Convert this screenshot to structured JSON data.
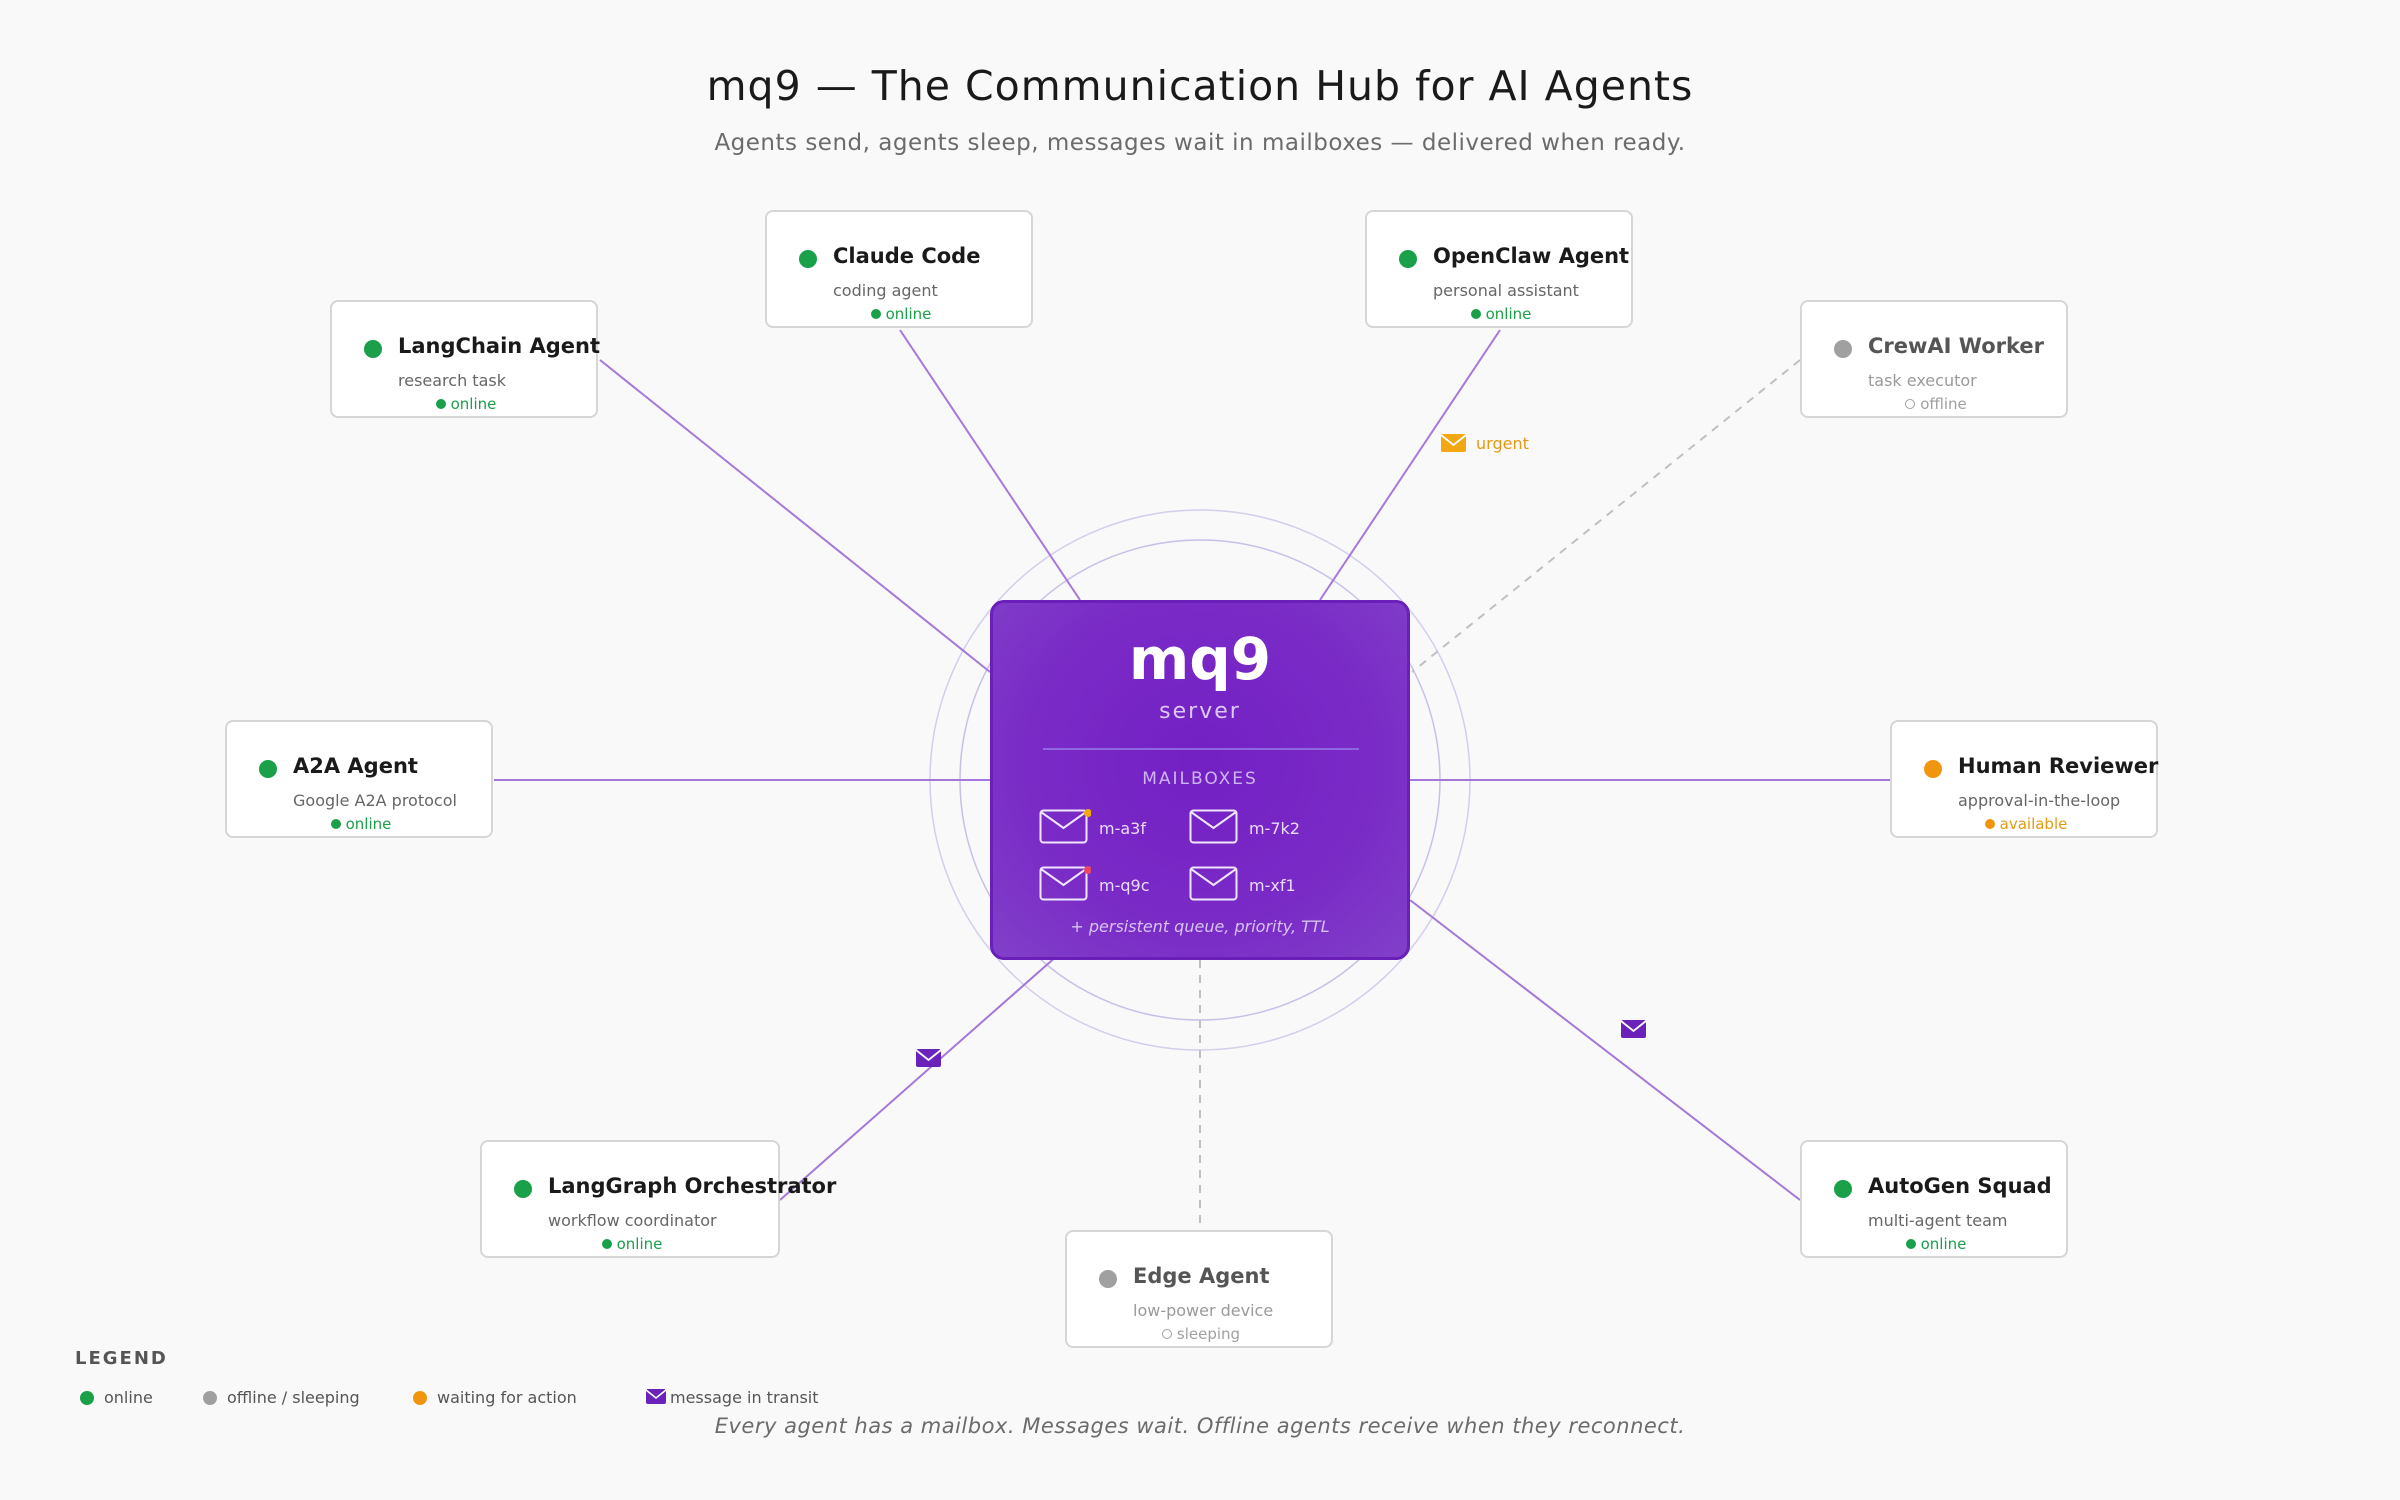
{
  "title": "mq9 — The Communication Hub for AI Agents",
  "subtitle": "Agents send, agents sleep, messages wait in mailboxes — delivered when ready.",
  "hub": {
    "name": "mq9",
    "sub": "server",
    "mailboxes_label": "MAILBOXES",
    "mailboxes": [
      {
        "id": "m-a3f",
        "badge": "#f3a712"
      },
      {
        "id": "m-7k2",
        "badge": ""
      },
      {
        "id": "m-q9c",
        "badge": "#e8456b"
      },
      {
        "id": "m-xf1",
        "badge": ""
      }
    ],
    "note": "+ persistent queue, priority, TTL"
  },
  "agents": [
    {
      "id": "claude",
      "name": "Claude Code",
      "desc": "coding agent",
      "status": "online",
      "state": "online"
    },
    {
      "id": "openclaw",
      "name": "OpenClaw Agent",
      "desc": "personal assistant",
      "status": "online",
      "state": "online"
    },
    {
      "id": "langchain",
      "name": "LangChain Agent",
      "desc": "research task",
      "status": "online",
      "state": "online"
    },
    {
      "id": "crewai",
      "name": "CrewAI Worker",
      "desc": "task executor",
      "status": "offline",
      "state": "offline"
    },
    {
      "id": "a2a",
      "name": "A2A Agent",
      "desc": "Google A2A protocol",
      "status": "online",
      "state": "online"
    },
    {
      "id": "human",
      "name": "Human Reviewer",
      "desc": "approval-in-the-loop",
      "status": "available",
      "state": "waiting"
    },
    {
      "id": "langgraph",
      "name": "LangGraph Orchestrator",
      "desc": "workflow coordinator",
      "status": "online",
      "state": "online"
    },
    {
      "id": "edge",
      "name": "Edge Agent",
      "desc": "low-power device",
      "status": "sleeping",
      "state": "offline"
    },
    {
      "id": "autogen",
      "name": "AutoGen Squad",
      "desc": "multi-agent team",
      "status": "online",
      "state": "online"
    }
  ],
  "urgent_label": "urgent",
  "legend": {
    "title": "LEGEND",
    "items": [
      {
        "label": "online",
        "color": "#1aa049"
      },
      {
        "label": "offline / sleeping",
        "color": "#a0a0a0"
      },
      {
        "label": "waiting for action",
        "color": "#f0960e"
      },
      {
        "label": "message in transit",
        "color": "#6a22b8"
      }
    ]
  },
  "footer": "Every agent has a mailbox. Messages wait. Offline agents receive when they reconnect.",
  "colors": {
    "online": "#1aa049",
    "offline": "#a0a0a0",
    "waiting": "#f0960e",
    "link": "#a478d8",
    "hub": "#7a2bc6",
    "message": "#6a22b8",
    "urgent": "#f3a712"
  }
}
